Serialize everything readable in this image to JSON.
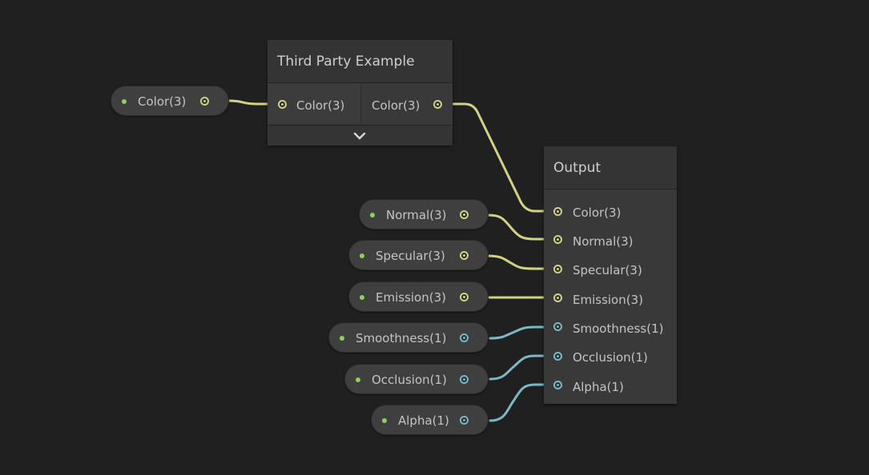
{
  "property_nodes": [
    {
      "id": "color",
      "label": "Color(3)",
      "type": "vec3"
    },
    {
      "id": "normal",
      "label": "Normal(3)",
      "type": "vec3"
    },
    {
      "id": "specular",
      "label": "Specular(3)",
      "type": "vec3"
    },
    {
      "id": "emission",
      "label": "Emission(3)",
      "type": "vec3"
    },
    {
      "id": "smoothness",
      "label": "Smoothness(1)",
      "type": "vec1"
    },
    {
      "id": "occlusion",
      "label": "Occlusion(1)",
      "type": "vec1"
    },
    {
      "id": "alpha",
      "label": "Alpha(1)",
      "type": "vec1"
    }
  ],
  "third_party_node": {
    "title": "Third Party Example",
    "input_label": "Color(3)",
    "output_label": "Color(3)",
    "expand_icon": "chevron-down-icon"
  },
  "output_node": {
    "title": "Output",
    "inputs": [
      {
        "label": "Color(3)",
        "type": "vec3"
      },
      {
        "label": "Normal(3)",
        "type": "vec3"
      },
      {
        "label": "Specular(3)",
        "type": "vec3"
      },
      {
        "label": "Emission(3)",
        "type": "vec3"
      },
      {
        "label": "Smoothness(1)",
        "type": "vec1"
      },
      {
        "label": "Occlusion(1)",
        "type": "vec1"
      },
      {
        "label": "Alpha(1)",
        "type": "vec1"
      }
    ]
  },
  "colors": {
    "background": "#202020",
    "vec3_wire": "#d2d282",
    "vec1_wire": "#7ab8c6",
    "property_dot": "#8ad35a"
  }
}
